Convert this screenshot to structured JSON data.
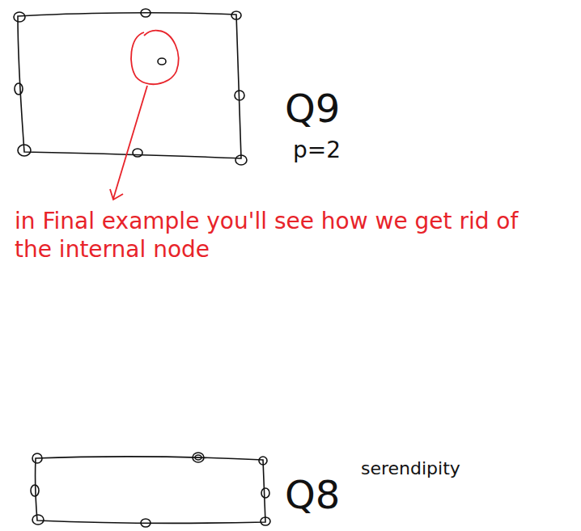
{
  "diagram": {
    "labels": [
      "Q9",
      "p=2",
      "in Final example you'll see how we get rid of the internal node",
      "Q8",
      "serendipity"
    ]
  }
}
